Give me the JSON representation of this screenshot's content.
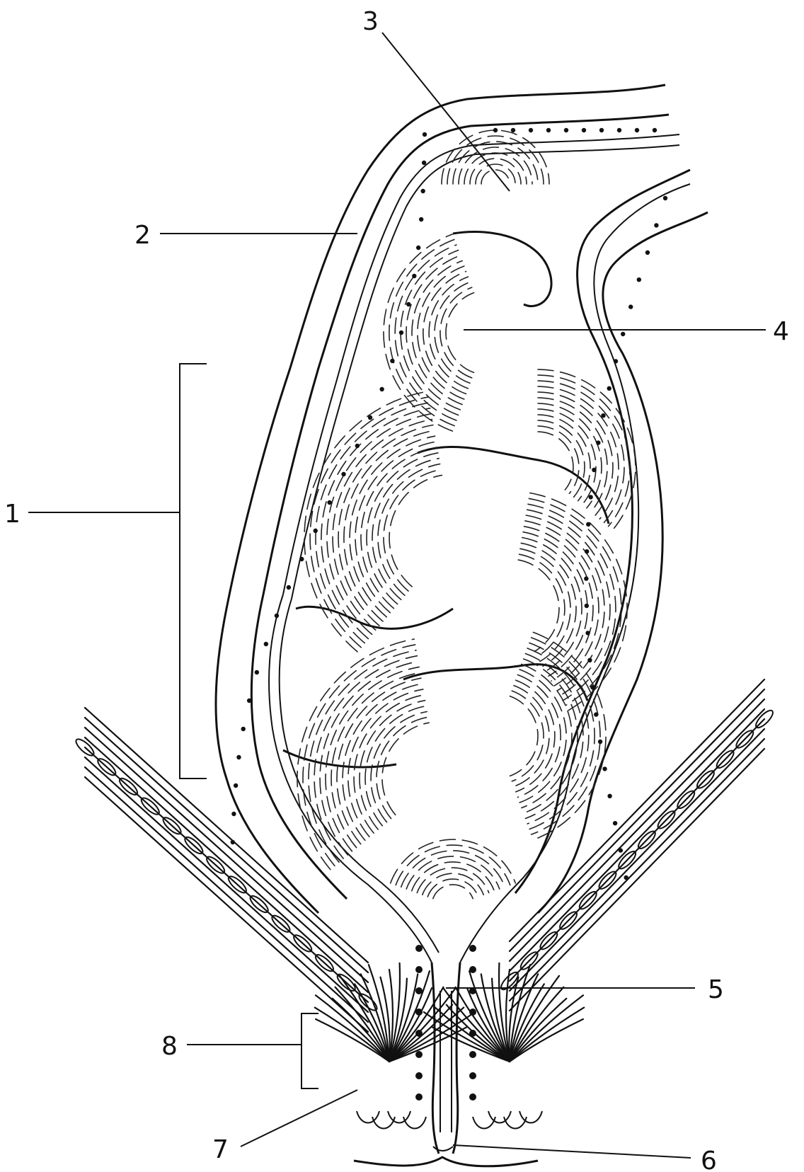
{
  "labels": [
    "1",
    "2",
    "3",
    "4",
    "5",
    "6",
    "7",
    "8"
  ]
}
